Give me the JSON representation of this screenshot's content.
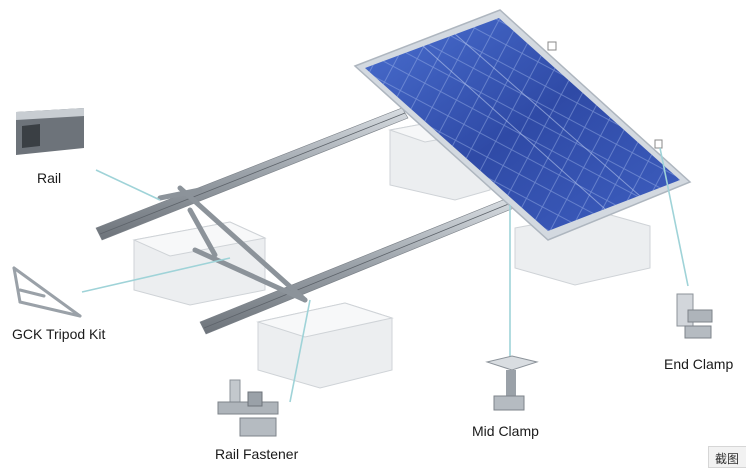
{
  "labels": {
    "rail": "Rail",
    "tripod": "GCK Tripod Kit",
    "rail_fastener": "Rail Fastener",
    "mid_clamp": "Mid Clamp",
    "end_clamp": "End Clamp"
  },
  "corner_tag": "截图",
  "colors": {
    "panel_blue": "#3a5bb5",
    "panel_frame": "#cfd6de",
    "rail_gray": "#9aa1a8",
    "block_gray": "#e9ebed",
    "leader_line": "#9fd3d8"
  }
}
